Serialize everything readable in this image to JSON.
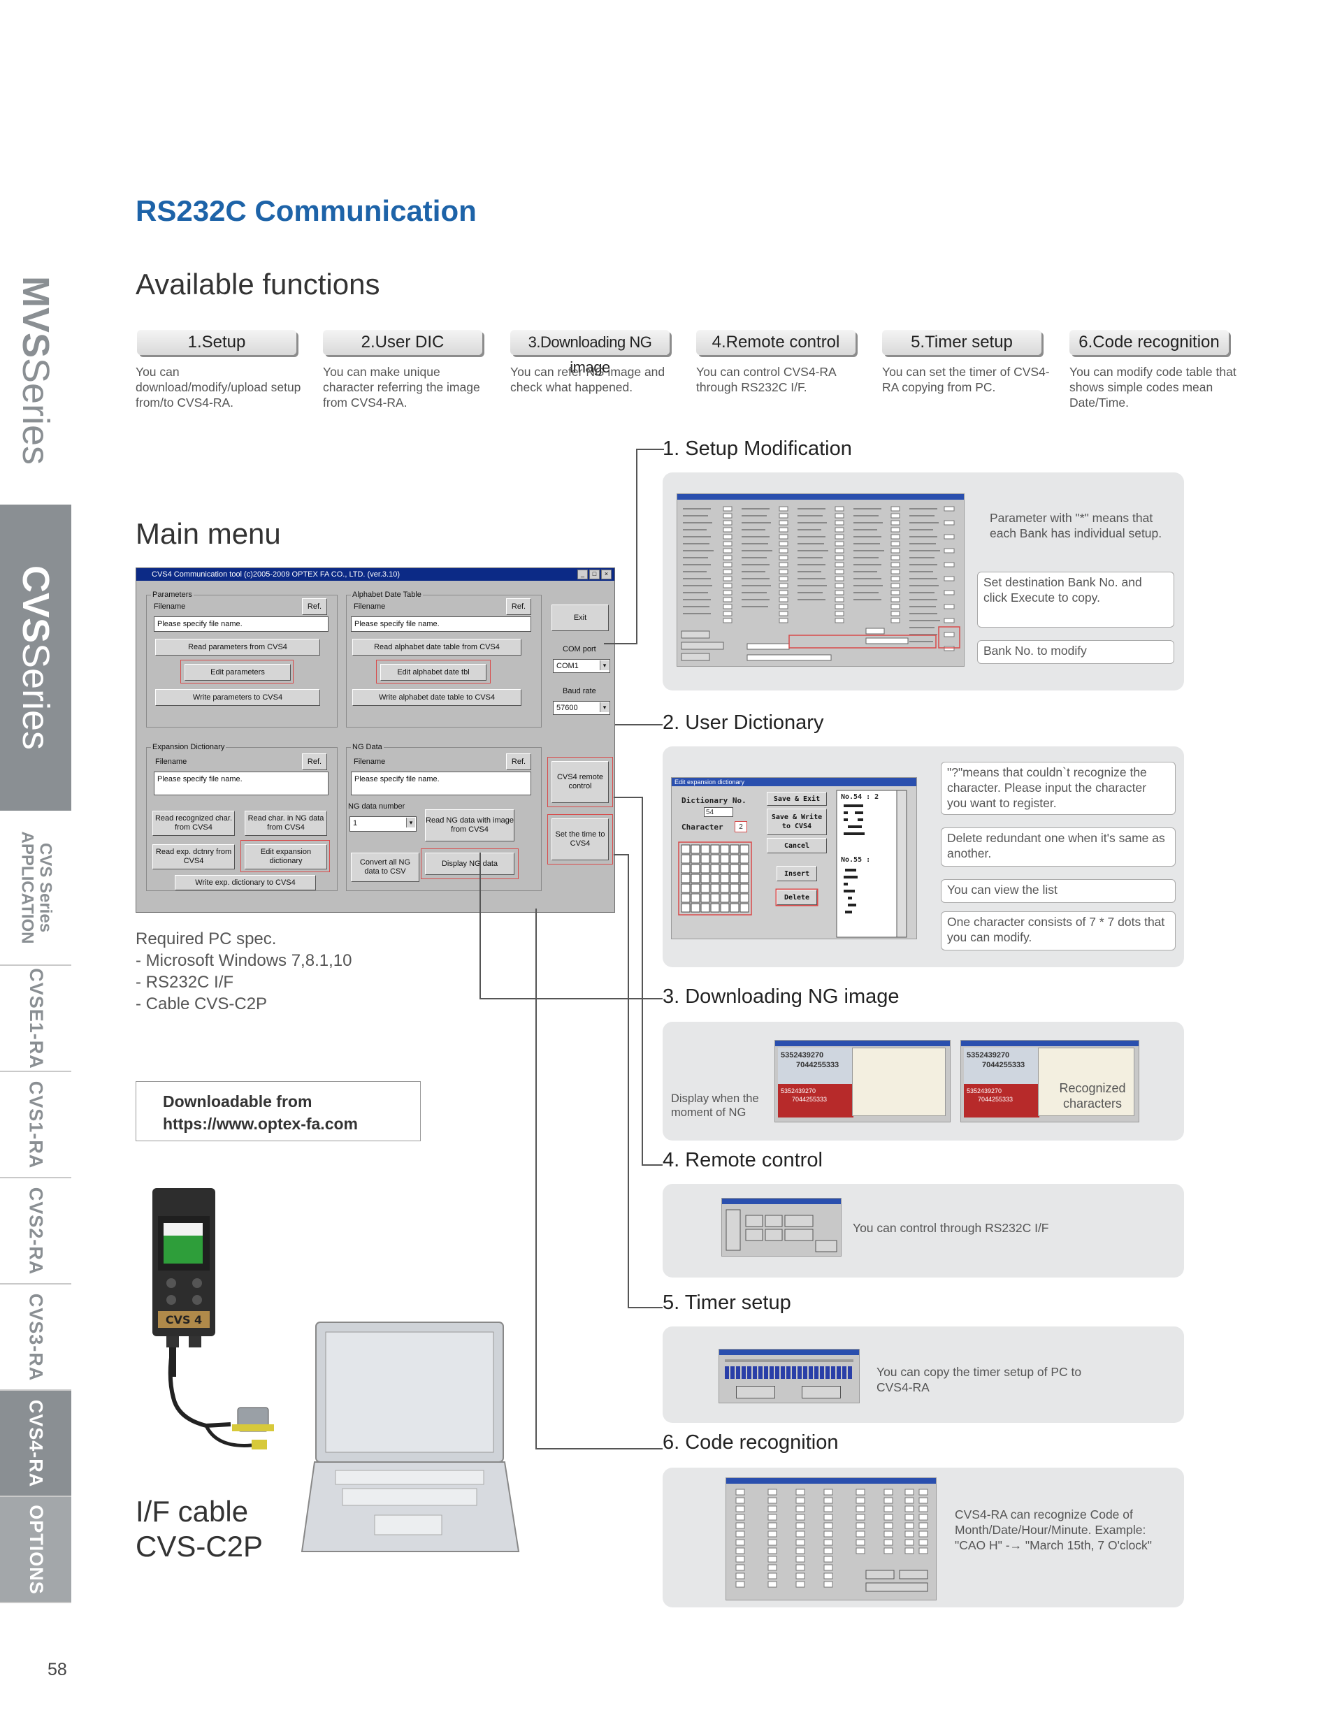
{
  "sidebar": {
    "mvs": {
      "bold": "MVS",
      "rest": " Series"
    },
    "cvs": {
      "bold": "CVS",
      "rest": " Series"
    },
    "app_line1": "CVS Series",
    "app_line2": "APPLICATION",
    "tabs": [
      "CVSE1-RA",
      "CVS1-RA",
      "CVS2-RA",
      "CVS3-RA",
      "CVS4-RA",
      "OPTIONS"
    ],
    "active_tab": "CVS4-RA"
  },
  "page_number": "58",
  "title": "RS232C Communication",
  "available_heading": "Available functions",
  "functions": [
    {
      "label": "1.Setup",
      "desc": "You can download/modify/upload setup from/to CVS4-RA."
    },
    {
      "label": "2.User DIC",
      "desc": "You can make unique character referring the image from CVS4-RA."
    },
    {
      "label": "3.Downloading NG image",
      "desc": "You can refer NG image and check what happened."
    },
    {
      "label": "4.Remote control",
      "desc": "You can control CVS4-RA through RS232C I/F."
    },
    {
      "label": "5.Timer setup",
      "desc": "You can set the timer of CVS4-RA copying from PC."
    },
    {
      "label": "6.Code recognition",
      "desc": "You can modify code table that shows simple codes mean Date/Time."
    }
  ],
  "main_menu": {
    "heading": "Main menu",
    "window_title": "CVS4 Communication tool (c)2005-2009 OPTEX FA CO., LTD. (ver.3.10)",
    "parameters": {
      "group": "Parameters",
      "filename": "Filename",
      "ref": "Ref.",
      "placeholder": "Please specify file name.",
      "read": "Read parameters from CVS4",
      "edit": "Edit parameters",
      "write": "Write parameters to CVS4"
    },
    "alphabet": {
      "group": "Alphabet Date Table",
      "filename": "Filename",
      "ref": "Ref.",
      "placeholder": "Please specify file name.",
      "read": "Read alphabet date table from CVS4",
      "edit": "Edit alphabet date tbl",
      "write": "Write alphabet date table to CVS4"
    },
    "exit": "Exit",
    "com_port_label": "COM port",
    "com_port": "COM1",
    "baud_label": "Baud rate",
    "baud": "57600",
    "expansion": {
      "group": "Expansion Dictionary",
      "filename": "Filename",
      "ref": "Ref.",
      "placeholder": "Please specify file name.",
      "read_recognized": "Read recognized char. from CVS4",
      "read_ng": "Read char. in NG data from CVS4",
      "read_exp": "Read exp. dctnry from CVS4",
      "edit": "Edit expansion dictionary",
      "write": "Write exp. dictionary to CVS4"
    },
    "ngdata": {
      "group": "NG Data",
      "filename": "Filename",
      "ref": "Ref.",
      "placeholder": "Please specify file name.",
      "number_label": "NG data number",
      "number": "1",
      "read": "Read NG data with image from CVS4",
      "convert": "Convert all NG data to CSV",
      "display": "Display NG data"
    },
    "remote": "CVS4 remote control",
    "set_time": "Set the time to CVS4"
  },
  "pc_spec": [
    "Required PC spec.",
    "- Microsoft Windows 7,8.1,10",
    "- RS232C I/F",
    "- Cable CVS-C2P"
  ],
  "download": {
    "line1": "Downloadable from",
    "line2": "https://www.optex-fa.com"
  },
  "device_label": "CVS 4",
  "cable_label": [
    "I/F cable",
    "CVS-C2P"
  ],
  "sections": {
    "s1": {
      "title": "1. Setup Modification",
      "note": "Parameter with \"*\" means that each Bank has individual setup.",
      "callout1": "Set destination Bank No. and click Execute to copy.",
      "callout2": "Bank No. to modify"
    },
    "s2": {
      "title": "2. User Dictionary",
      "dialog_title": "Edit expansion dictionary",
      "dictionary_no": "Dictionary No.",
      "dict_value": "54",
      "character": "Character",
      "char_value": "2",
      "save_exit": "Save & Exit",
      "save_write": "Save & Write to CVS4",
      "cancel": "Cancel",
      "insert": "Insert",
      "delete": "Delete",
      "list_a": "No.54 : 2",
      "list_b": "No.55 :",
      "callout1": "\"?\"means that couldn`t recognize the character. Please input the character you want to register.",
      "callout2": "Delete redundant one when it's same as another.",
      "callout3": "You can view the list",
      "callout4": "One character consists of 7 * 7 dots that you can modify."
    },
    "s3": {
      "title": "3. Downloading NG image",
      "digits1": "5352439270",
      "digits2": "7044255333",
      "note1": "Display when the moment of NG",
      "note2": "Recognized characters"
    },
    "s4": {
      "title": "4. Remote control",
      "note": "You can control through RS232C I/F"
    },
    "s5": {
      "title": "5. Timer setup",
      "note": "You can copy the timer setup of PC to CVS4-RA"
    },
    "s6": {
      "title": "6. Code recognition",
      "note": "CVS4-RA can recognize Code of Month/Date/Hour/Minute. Example: \"CAO H\" -→ \"March 15th, 7 O'clock\""
    }
  }
}
